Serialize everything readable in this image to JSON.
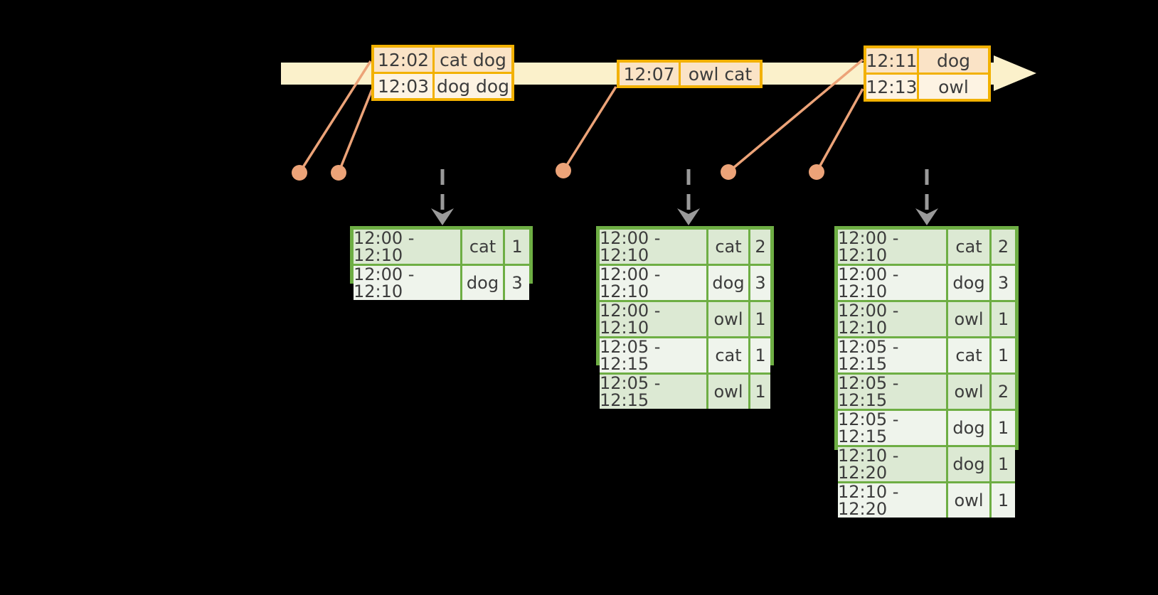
{
  "colors": {
    "background": "#000000",
    "timeline_fill": "#FBF1CB",
    "event_table_border": "#F2B100",
    "event_row_odd": "#FAE3C6",
    "event_row_even": "#FDF3E3",
    "connector": "#ECA378",
    "trigger_arrow": "#9A9A9A",
    "result_table_border": "#6EAE44",
    "result_row_odd": "#DCE9D3",
    "result_row_even": "#EFF4EC",
    "text": "#3C3C3C"
  },
  "icons": {
    "timeline_arrow": "right-arrow-band",
    "trigger_arrow": "dashed-down-arrow",
    "event_marker": "filled-circle"
  },
  "event_tables": [
    {
      "rows": [
        {
          "time": "12:02",
          "words": "cat dog"
        },
        {
          "time": "12:03",
          "words": "dog dog"
        }
      ]
    },
    {
      "rows": [
        {
          "time": "12:07",
          "words": "owl cat"
        }
      ]
    },
    {
      "rows": [
        {
          "time": "12:11",
          "words": "dog"
        },
        {
          "time": "12:13",
          "words": "owl"
        }
      ]
    }
  ],
  "result_tables": [
    {
      "rows": [
        {
          "window": "12:00 - 12:10",
          "word": "cat",
          "count": "1"
        },
        {
          "window": "12:00 - 12:10",
          "word": "dog",
          "count": "3"
        }
      ]
    },
    {
      "rows": [
        {
          "window": "12:00 - 12:10",
          "word": "cat",
          "count": "2"
        },
        {
          "window": "12:00 - 12:10",
          "word": "dog",
          "count": "3"
        },
        {
          "window": "12:00 - 12:10",
          "word": "owl",
          "count": "1"
        },
        {
          "window": "12:05 - 12:15",
          "word": "cat",
          "count": "1"
        },
        {
          "window": "12:05 - 12:15",
          "word": "owl",
          "count": "1"
        }
      ]
    },
    {
      "rows": [
        {
          "window": "12:00 - 12:10",
          "word": "cat",
          "count": "2"
        },
        {
          "window": "12:00 - 12:10",
          "word": "dog",
          "count": "3"
        },
        {
          "window": "12:00 - 12:10",
          "word": "owl",
          "count": "1"
        },
        {
          "window": "12:05 - 12:15",
          "word": "cat",
          "count": "1"
        },
        {
          "window": "12:05 - 12:15",
          "word": "owl",
          "count": "2"
        },
        {
          "window": "12:05 - 12:15",
          "word": "dog",
          "count": "1"
        },
        {
          "window": "12:10 - 12:20",
          "word": "dog",
          "count": "1"
        },
        {
          "window": "12:10 - 12:20",
          "word": "owl",
          "count": "1"
        }
      ]
    }
  ]
}
